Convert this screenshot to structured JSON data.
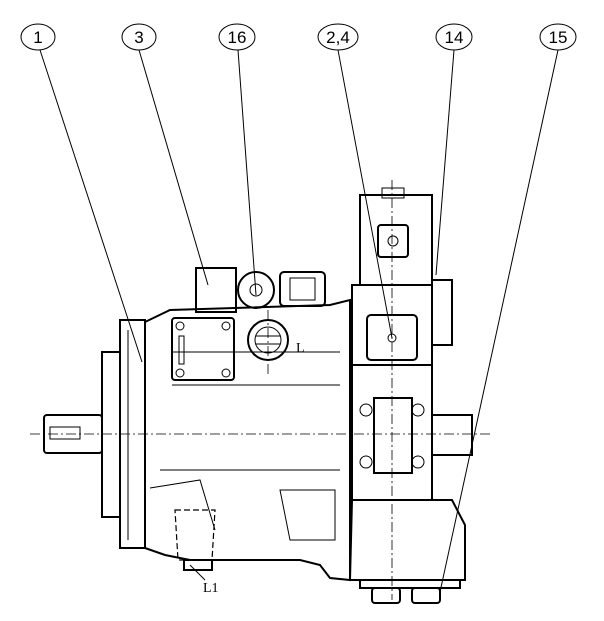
{
  "callouts": [
    {
      "id": "1",
      "label": "1"
    },
    {
      "id": "3",
      "label": "3"
    },
    {
      "id": "16",
      "label": "16"
    },
    {
      "id": "2-4",
      "label": "2,4"
    },
    {
      "id": "14",
      "label": "14"
    },
    {
      "id": "15",
      "label": "15"
    }
  ],
  "ports": {
    "l1": "L1",
    "l": "L"
  }
}
